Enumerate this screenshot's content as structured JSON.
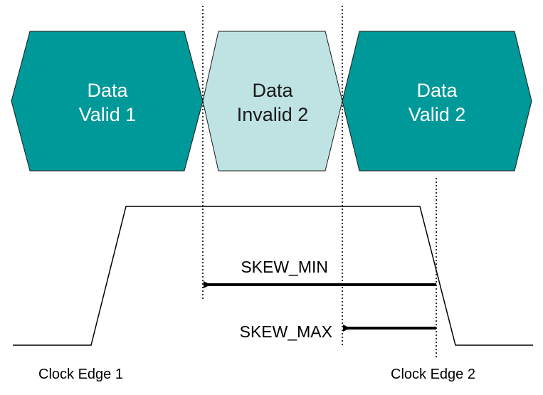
{
  "colors": {
    "valid_fill": "#009999",
    "invalid_fill": "#bfe3e3",
    "outline": "#1a1a1a",
    "line": "#000000"
  },
  "blocks": [
    {
      "line1": "Data",
      "line2": "Valid 1",
      "state": "valid"
    },
    {
      "line1": "Data",
      "line2": "Invalid 2",
      "state": "invalid"
    },
    {
      "line1": "Data",
      "line2": "Valid 2",
      "state": "valid"
    }
  ],
  "arrows": {
    "skew_min": "SKEW_MIN",
    "skew_max": "SKEW_MAX"
  },
  "clock_labels": {
    "edge1": "Clock Edge 1",
    "edge2": "Clock Edge 2"
  }
}
